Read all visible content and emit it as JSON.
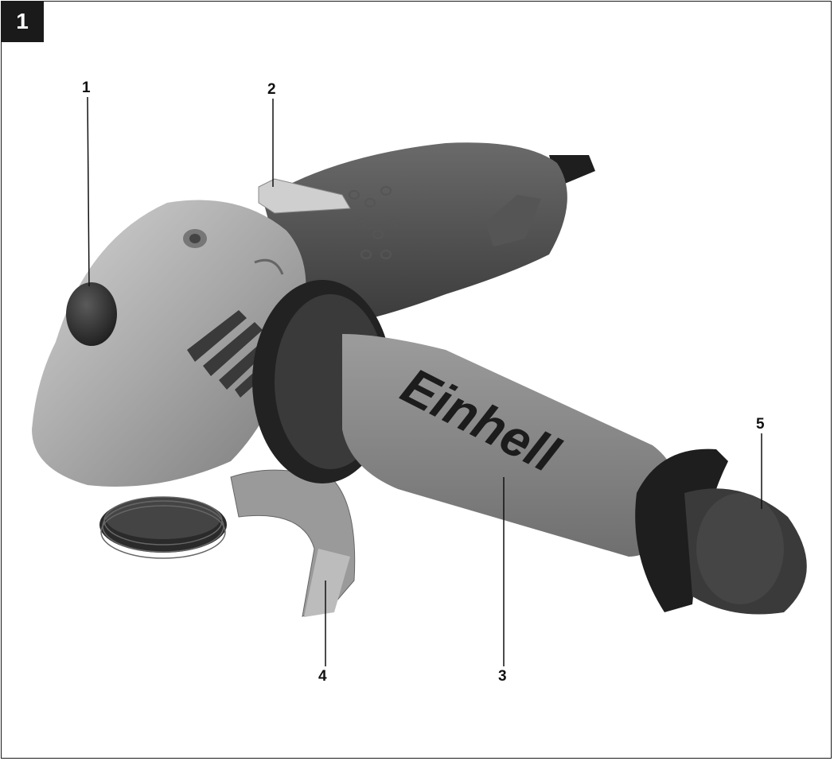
{
  "figure": {
    "number": "1"
  },
  "callouts": [
    {
      "id": "1"
    },
    {
      "id": "2"
    },
    {
      "id": "3"
    },
    {
      "id": "4"
    },
    {
      "id": "5"
    }
  ],
  "product": {
    "brand_text": "Einhell"
  },
  "colors": {
    "ink": "#1a1a1a",
    "metal": "#a9a9a9",
    "rubber_dark": "#2e2e2e",
    "grip_grey": "#8c8c8c"
  }
}
